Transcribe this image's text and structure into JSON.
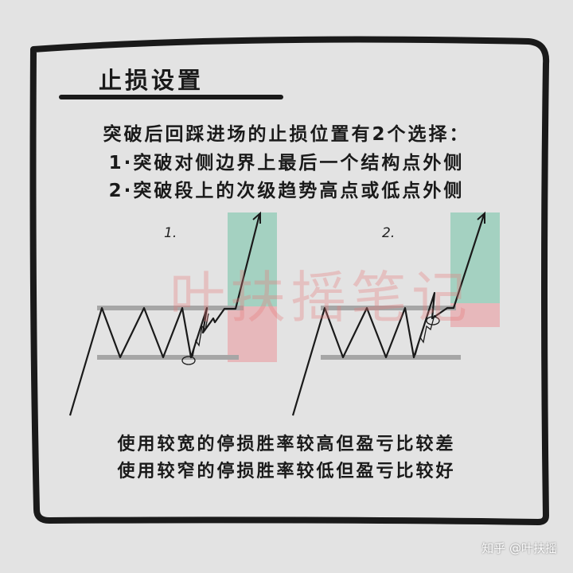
{
  "title": "止损设置",
  "intro": {
    "line1": "突破后回踩进场的止损位置有2个选择：",
    "line2": "1·突破对侧边界上最后一个结构点外侧",
    "line3": "2·突破段上的次级趋势高点或低点外侧"
  },
  "diagrams": [
    {
      "label": "1."
    },
    {
      "label": "2."
    }
  ],
  "watermark": "叶扶摇笔记",
  "conclusion": {
    "line1": "使用较宽的停损胜率较高但盈亏比较差",
    "line2": "使用较窄的停损胜率较低但盈亏比较好"
  },
  "credit": "知乎 @叶扶摇",
  "colors": {
    "background": "#e3e3e3",
    "profit_zone": "#8fcbb5",
    "loss_zone": "#e8a9ad",
    "range_line": "#a6a6a6",
    "ink": "#1a1a1a"
  }
}
